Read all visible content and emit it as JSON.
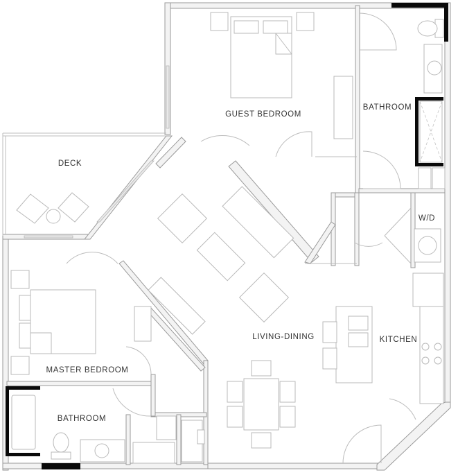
{
  "rooms": {
    "guest_bedroom": "GUEST BEDROOM",
    "bathroom_upper": "BATHROOM",
    "deck": "DECK",
    "wd": "W/D",
    "living_dining": "LIVING-DINING",
    "kitchen": "KITCHEN",
    "master_bedroom": "MASTER BEDROOM",
    "bathroom_lower": "BATHROOM"
  }
}
